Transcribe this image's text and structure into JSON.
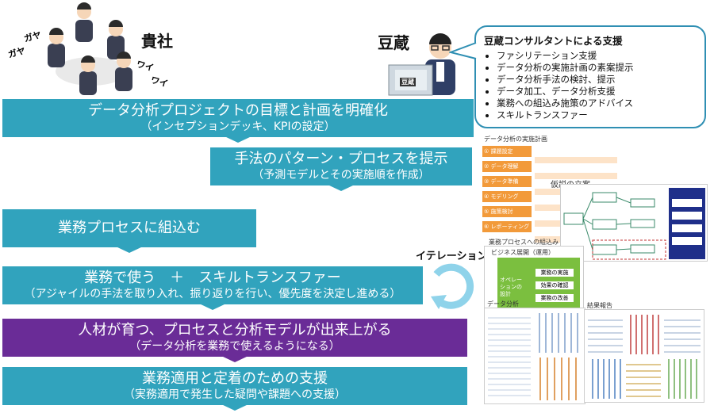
{
  "client": {
    "label": "貴社",
    "sounds": [
      "ガヤ",
      "ガヤ",
      "ワイ",
      "ワイ"
    ]
  },
  "consultant": {
    "label": "豆蔵",
    "laptop_label": "豆蔵"
  },
  "bubble": {
    "title": "豆蔵コンサルタントによる支援",
    "items": [
      "ファシリテーション支援",
      "データ分析の実施計画の素案提示",
      "データ分析手法の検討、提示",
      "データ加工、データ分析支援",
      "業務への組込み施策のアドバイス",
      "スキルトランスファー"
    ]
  },
  "steps": [
    {
      "line1": "データ分析プロジェクトの目標と計画を明確化",
      "line2": "（インセプションデッキ、KPIの設定）"
    },
    {
      "line1": "手法のパターン・プロセスを提示",
      "line2": "（予測モデルとその実施順を作成）"
    },
    {
      "line1": "業務プロセスに組込む",
      "line2": ""
    },
    {
      "line1": "業務で使う　＋　スキルトランスファー",
      "line2": "（アジャイルの手法を取り入れ、振り返りを行い、優先度を決定し進める）"
    },
    {
      "line1": "人材が育つ、プロセスと分析モデルが出来上がる",
      "line2": "（データ分析を業務で使えるようになる）"
    },
    {
      "line1": "業務適用と定着のための支援",
      "line2": "（実務適用で発生した疑問や課題への支援）"
    }
  ],
  "iteration_label": "イテレーション",
  "thumbs": {
    "plan_title": "データ分析の実施計画",
    "plan_steps": [
      "① 課題設定",
      "② データ理解",
      "③ データ準備",
      "④ モデリング",
      "⑤ 施策検討",
      "⑥ レポーティング"
    ],
    "hypothesis": "仮説の立案",
    "process_title": "業務プロセスへの組込み",
    "business_title": "ビジネス展開（運用）",
    "ops_label": "オペレーションの設計",
    "ops_items": [
      "業務の実施",
      "効果の確認",
      "業務の改善"
    ],
    "analysis_title": "データ分析",
    "report_title": "結果報告"
  },
  "colors": {
    "teal": "#31a3bd",
    "purple": "#6a2c97",
    "orange": "#f29a3a",
    "green": "#7bbf3f"
  }
}
